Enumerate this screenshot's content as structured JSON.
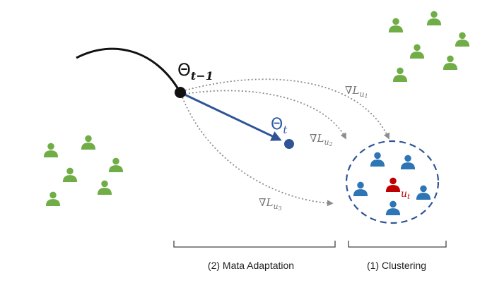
{
  "labels": {
    "theta_prev": "Θ",
    "theta_prev_sub": "t−1",
    "theta_curr": "Θ",
    "theta_curr_sub": "t",
    "grad_u1": "∇L",
    "grad_u1_sub": "u",
    "grad_u1_subsub": "1",
    "grad_u2": "∇L",
    "grad_u2_sub": "u",
    "grad_u2_subsub": "2",
    "grad_u3": "∇L",
    "grad_u3_sub": "u",
    "grad_u3_subsub": "3",
    "target_user": "u",
    "target_user_sub": "t"
  },
  "captions": {
    "meta": "(2) Mata Adaptation",
    "clustering": "(1) Clustering"
  },
  "colors": {
    "green_user": "#70ad47",
    "blue_user": "#2e75b6",
    "red_user": "#c00000",
    "arrow_blue": "#2f5597",
    "dotted_gray": "#8c8c8c",
    "cluster_circle": "#2f5597"
  },
  "icons": {
    "user": "user-icon"
  }
}
